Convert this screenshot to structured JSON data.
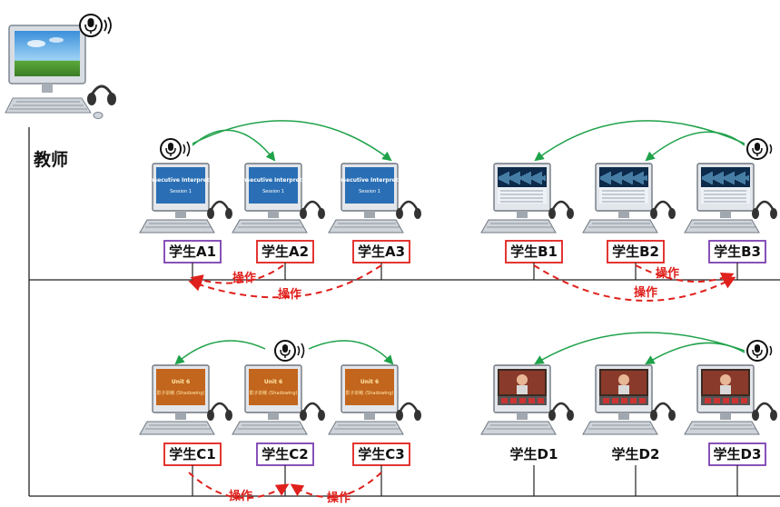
{
  "teacher": {
    "label": "教师"
  },
  "action_label": "操作",
  "screens": {
    "A_title": "Consecutive Interpreting",
    "A_sub": "Session 1",
    "C_title": "Unit 6",
    "C_sub": "影子训练 (Shadowing)"
  },
  "students": [
    {
      "id": "A1",
      "label": "学生A1",
      "screen": "A",
      "box": "purple",
      "mic": true
    },
    {
      "id": "A2",
      "label": "学生A2",
      "screen": "A",
      "box": "red",
      "mic": false
    },
    {
      "id": "A3",
      "label": "学生A3",
      "screen": "A",
      "box": "red",
      "mic": false
    },
    {
      "id": "B1",
      "label": "学生B1",
      "screen": "B",
      "box": "red",
      "mic": false
    },
    {
      "id": "B2",
      "label": "学生B2",
      "screen": "B",
      "box": "red",
      "mic": false
    },
    {
      "id": "B3",
      "label": "学生B3",
      "screen": "B",
      "box": "purple",
      "mic": true
    },
    {
      "id": "C1",
      "label": "学生C1",
      "screen": "C",
      "box": "red",
      "mic": false
    },
    {
      "id": "C2",
      "label": "学生C2",
      "screen": "C",
      "box": "purple",
      "mic": true
    },
    {
      "id": "C3",
      "label": "学生C3",
      "screen": "C",
      "box": "red",
      "mic": false
    },
    {
      "id": "D1",
      "label": "学生D1",
      "screen": "D",
      "box": "none",
      "mic": false
    },
    {
      "id": "D2",
      "label": "学生D2",
      "screen": "D",
      "box": "none",
      "mic": false
    },
    {
      "id": "D3",
      "label": "学生D3",
      "screen": "D",
      "box": "purple",
      "mic": true
    }
  ],
  "colors": {
    "red": "#e0201c",
    "purple": "#7b3fb0",
    "green": "#1fa24a",
    "line": "#222222",
    "screen_A": "#2a6fb5",
    "screen_B": "#0d2a4a",
    "screen_C": "#c2651d",
    "screen_D": "#3a2a22"
  },
  "icons": {
    "mic": "microphone-speaking-icon",
    "headset": "headset-icon"
  }
}
